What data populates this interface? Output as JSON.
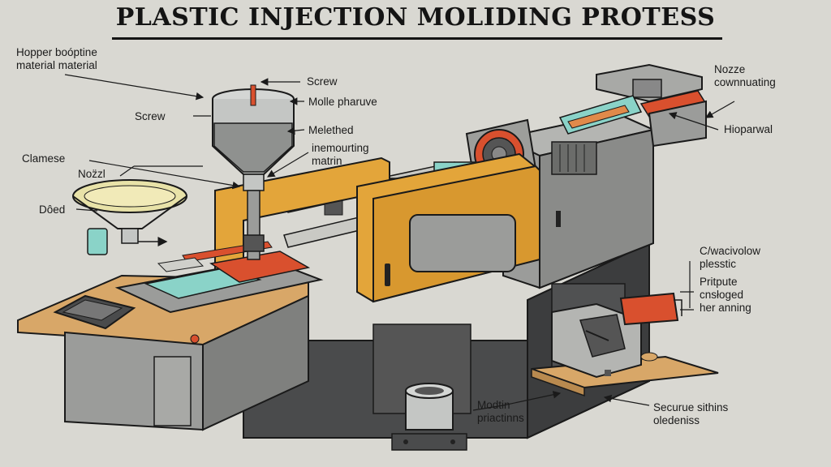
{
  "title": "PLASTIC INJECTION MOLIDING PROTESS",
  "labels": {
    "hopper": [
      "Hopper boóptine",
      "material material"
    ],
    "screw_left": "Screw",
    "screw_top": "Screw",
    "molle": "Molle pharuve",
    "melted": "Melethed",
    "inemourting": [
      "inemourting",
      "matrin"
    ],
    "clamese": "Clamese",
    "nozzl": "Noz̈zl",
    "doed": "Dôed",
    "nozze": [
      "Nozze",
      "cownnuating"
    ],
    "hioparwal": "Hioparwal",
    "cwaci": [
      "C/wacivolow",
      "plesstic"
    ],
    "pritpute": [
      "Pritpute",
      "cnsłoged",
      "her anning"
    ],
    "modtin": [
      "Modtin",
      "priactinns"
    ],
    "secure": [
      "Securue sithins",
      "oledeniss"
    ]
  },
  "colors": {
    "background": "#d9d8d2",
    "frame_yellow": "#e3a53a",
    "machine_grey": "#9b9c9a",
    "base_dark": "#4a4b4c",
    "heater_red": "#d9502e",
    "table_wood": "#d8a768",
    "mold_teal": "#8ad3c8",
    "outline": "#1a1a1a"
  }
}
